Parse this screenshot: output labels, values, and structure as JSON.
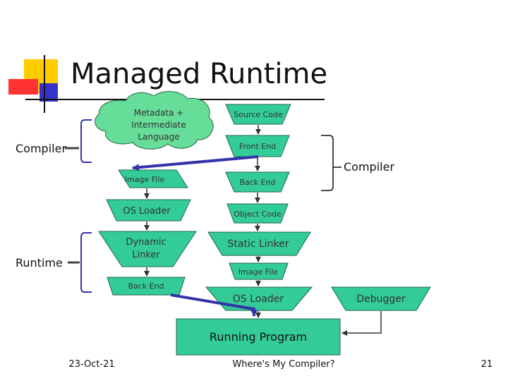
{
  "slide": {
    "title": "Managed Runtime",
    "footer": {
      "date": "23-Oct-21",
      "center": "Where's My Compiler?",
      "page": "21"
    }
  },
  "left_labels": {
    "compiler": "Compiler",
    "runtime": "Runtime"
  },
  "right_labels": {
    "compiler": "Compiler"
  },
  "left_flow": {
    "cloud": [
      "Metadata +",
      "Intermediate",
      "Language"
    ],
    "image_file": "Image File",
    "os_loader": "OS Loader",
    "dynamic_linker": [
      "Dynamic",
      "Linker"
    ],
    "back_end": "Back End"
  },
  "right_flow": {
    "source_code": "Source Code",
    "front_end": "Front End",
    "back_end": "Back End",
    "object_code": "Object Code",
    "static_linker": "Static Linker",
    "image_file": "Image File",
    "os_loader": "OS Loader",
    "debugger": "Debugger",
    "running_program": "Running Program"
  },
  "colors": {
    "shape_fill": "#33cc99",
    "cloud_fill": "#66dd99",
    "arrow_blue": "#3333aa",
    "title_square_yellow": "#ffcc00",
    "title_square_red": "#ff3333",
    "title_square_blue": "#3333cc"
  }
}
